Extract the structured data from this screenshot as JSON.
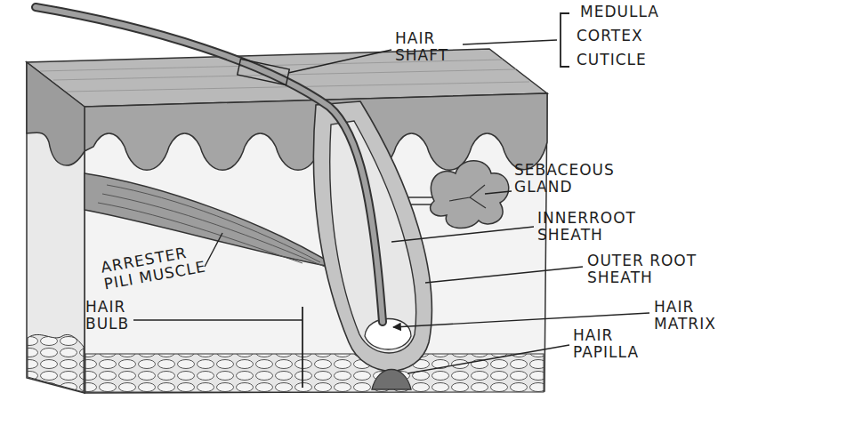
{
  "diagram": {
    "labels": [
      "MEDULLA",
      "CORTEX",
      "CUTICLE",
      "HAIR SHAFT",
      "SEBACEOUS GLAND",
      "INNERROOT SHEATH",
      "OUTER ROOT SHEATH",
      "HAIR MATRIX",
      "HAIR PAPILLA",
      "ARRESTER PILI MUSCLE",
      "HAIR BULB"
    ]
  }
}
